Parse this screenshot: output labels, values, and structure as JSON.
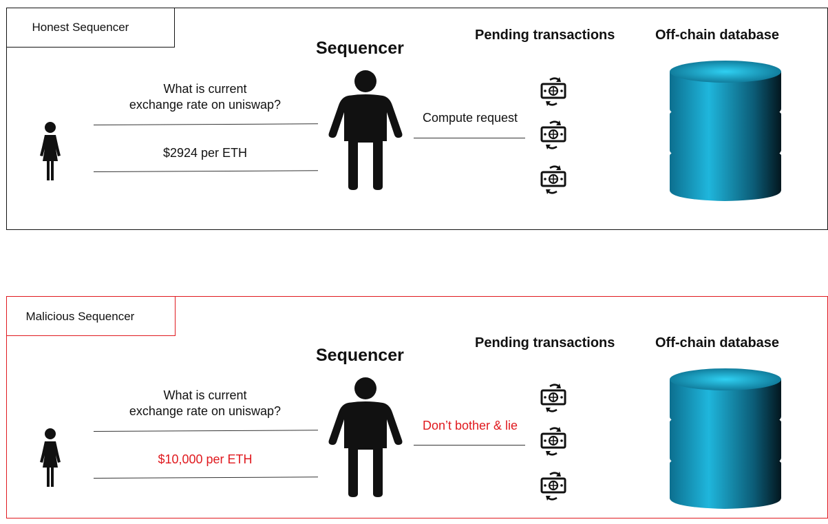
{
  "panels": [
    {
      "tag": "Honest Sequencer",
      "sequencer_title": "Sequencer",
      "pending_title": "Pending transactions",
      "db_title": "Off-chain database",
      "question_line1": "What is current",
      "question_line2": "exchange rate on uniswap?",
      "answer": "$2924 per ETH",
      "request_label": "Compute request",
      "answer_color": "#111111",
      "request_color": "#111111"
    },
    {
      "tag": "Malicious Sequencer",
      "sequencer_title": "Sequencer",
      "pending_title": "Pending transactions",
      "db_title": "Off-chain database",
      "question_line1": "What is current",
      "question_line2": "exchange rate on uniswap?",
      "answer": "$10,000 per ETH",
      "request_label": "Don’t bother & lie",
      "answer_color": "#e0191e",
      "request_color": "#e0191e"
    }
  ],
  "colors": {
    "honest_border": "#111111",
    "malicious_border": "#e0191e",
    "database": "#1aa3c7"
  },
  "icons": [
    "woman-icon",
    "person-icon",
    "money-exchange-icon",
    "database-icon"
  ]
}
